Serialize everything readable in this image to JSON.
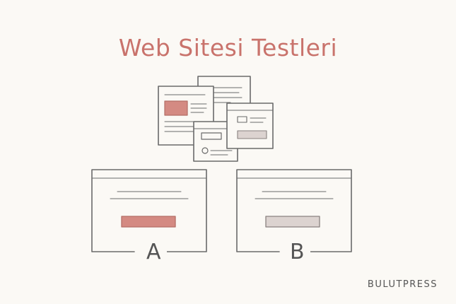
{
  "title": "Web Sitesi Testleri",
  "variants": [
    {
      "label": "A",
      "button_color": "#d48a82"
    },
    {
      "label": "B",
      "button_color": "#dcd3d0"
    }
  ],
  "brand": "BULUTPRESS",
  "colors": {
    "background": "#fbf9f5",
    "accent": "#c9736c",
    "line": "#666666",
    "muted_fill": "#e6dedb"
  }
}
